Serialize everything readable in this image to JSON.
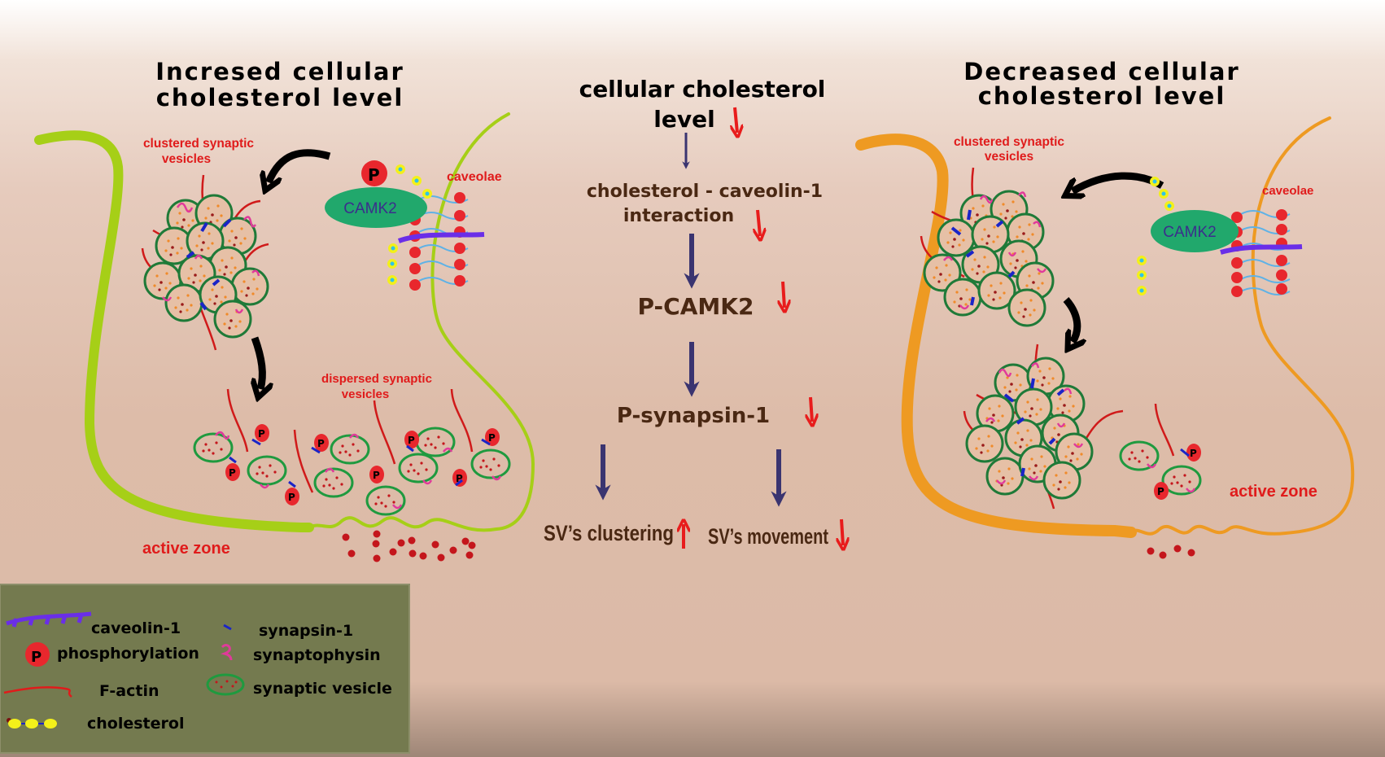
{
  "colors": {
    "left_membrane": "#a6cf17",
    "right_membrane": "#ee9a22",
    "flow_arrow": "#3a3470",
    "change_arrow": "#e81c1c",
    "label_red": "#e01b1b",
    "text_brown": "#4a2813",
    "camk2": "#21a86c",
    "legend_bg": "#747a4f",
    "vesicle_border": "#1f7a38",
    "caveolin": "#6a2ee8",
    "synaptophysin": "#e03a9a",
    "synapsin": "#1b24c7",
    "phospho": "#e8272d",
    "cholesterol": "#f3f01a"
  },
  "left_panel": {
    "title_line1": "Incresed cellular",
    "title_line2": "cholesterol level",
    "clustered_label_line1": "clustered  synaptic",
    "clustered_label_line2": "vesicles",
    "caveolae_label": "caveolae",
    "camk2_label": "CAMK2",
    "phospho_symbol": "P",
    "dispersed_label_line1": "dispersed synaptic",
    "dispersed_label_line2": "vesicles",
    "active_zone_label": "active zone"
  },
  "center_flow": {
    "step1_line1": "cellular cholesterol",
    "step1_line2": "level",
    "step1_change": "down",
    "step2_line1": "cholesterol - caveolin-1",
    "step2_line2": "interaction",
    "step2_change": "down",
    "step3": "P-CAMK2",
    "step3_change": "down",
    "step4": "P-synapsin-1",
    "step4_change": "down",
    "outcome_left": "SV’s clustering",
    "outcome_left_change": "up",
    "outcome_right": "SV’s  movement",
    "outcome_right_change": "down"
  },
  "right_panel": {
    "title_line1": "Decreased cellular",
    "title_line2": "cholesterol level",
    "clustered_label_line1": "clustered  synaptic",
    "clustered_label_line2": "vesicles",
    "caveolae_label": "caveolae",
    "camk2_label": "CAMK2",
    "phospho_symbol": "P",
    "active_zone_label": "active zone"
  },
  "legend": {
    "items": [
      {
        "icon": "caveolin-1-icon",
        "label": "caveolin-1"
      },
      {
        "icon": "phosphorylation-icon",
        "label": "phosphorylation",
        "symbol": "P"
      },
      {
        "icon": "f-actin-icon",
        "label": "F-actin"
      },
      {
        "icon": "cholesterol-icon",
        "label": "cholesterol"
      },
      {
        "icon": "synapsin-1-icon",
        "label": "synapsin-1"
      },
      {
        "icon": "synaptophysin-icon",
        "label": "synaptophysin"
      },
      {
        "icon": "synaptic-vesicle-icon",
        "label": "synaptic vesicle"
      }
    ]
  }
}
